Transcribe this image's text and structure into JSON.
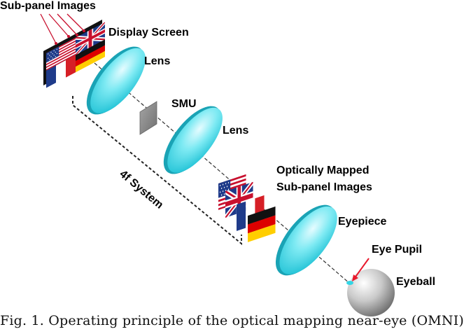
{
  "labels": {
    "sub_panel_images": "Sub-panel Images",
    "display_screen": "Display Screen",
    "lens_1": "Lens",
    "smu": "SMU",
    "lens_2": "Lens",
    "optically_mapped_line1": "Optically Mapped",
    "optically_mapped_line2": "Sub-panel Images",
    "eyepiece": "Eyepiece",
    "eye_pupil": "Eye Pupil",
    "eyeball": "Eyeball",
    "four_f_system": "4f System"
  },
  "caption": "Fig. 1. Operating principle of the optical mapping near-eye (OMNI)",
  "colors": {
    "lens_fill": "#3fd9e8",
    "lens_edge": "#1aa3b5",
    "smu_fill": "#8a8a8a",
    "pupil_arrow": "#e8192c",
    "pupil_dot": "#33d6e6"
  }
}
